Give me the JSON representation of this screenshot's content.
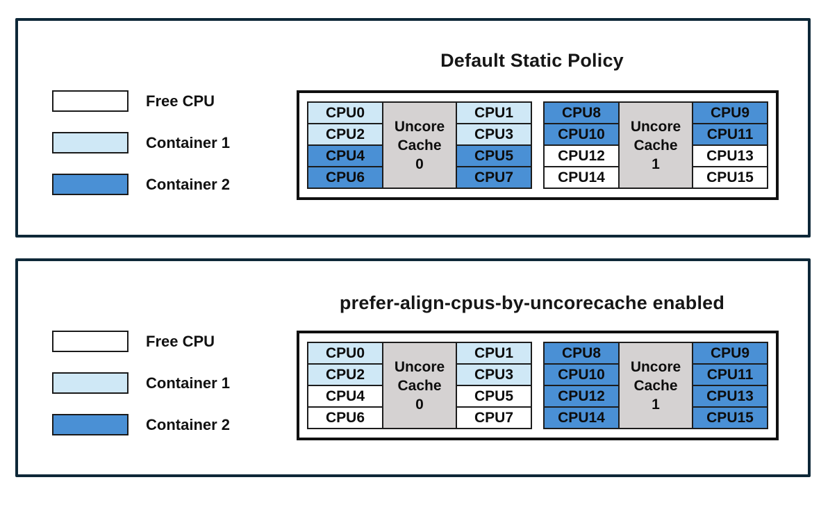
{
  "colors": {
    "free_cpu": "#ffffff",
    "container1": "#cfe8f6",
    "container2": "#4a90d5",
    "uncore_cache_fill": "#d5d2d2",
    "panel_frame": "#0e2838",
    "diagram_border": "#101010"
  },
  "panels": [
    {
      "title": "Default Static Policy",
      "legend": [
        {
          "label": "Free CPU",
          "state": "free"
        },
        {
          "label": "Container 1",
          "state": "container1"
        },
        {
          "label": "Container 2",
          "state": "container2"
        }
      ],
      "groups": [
        {
          "cache_lines": [
            "Uncore",
            "Cache",
            "0"
          ],
          "left": [
            {
              "label": "CPU0",
              "state": "container1"
            },
            {
              "label": "CPU2",
              "state": "container1"
            },
            {
              "label": "CPU4",
              "state": "container2"
            },
            {
              "label": "CPU6",
              "state": "container2"
            }
          ],
          "right": [
            {
              "label": "CPU1",
              "state": "container1"
            },
            {
              "label": "CPU3",
              "state": "container1"
            },
            {
              "label": "CPU5",
              "state": "container2"
            },
            {
              "label": "CPU7",
              "state": "container2"
            }
          ]
        },
        {
          "cache_lines": [
            "Uncore",
            "Cache",
            "1"
          ],
          "left": [
            {
              "label": "CPU8",
              "state": "container2"
            },
            {
              "label": "CPU10",
              "state": "container2"
            },
            {
              "label": "CPU12",
              "state": "free"
            },
            {
              "label": "CPU14",
              "state": "free"
            }
          ],
          "right": [
            {
              "label": "CPU9",
              "state": "container2"
            },
            {
              "label": "CPU11",
              "state": "container2"
            },
            {
              "label": "CPU13",
              "state": "free"
            },
            {
              "label": "CPU15",
              "state": "free"
            }
          ]
        }
      ]
    },
    {
      "title": "prefer-align-cpus-by-uncorecache enabled",
      "legend": [
        {
          "label": "Free CPU",
          "state": "free"
        },
        {
          "label": "Container 1",
          "state": "container1"
        },
        {
          "label": "Container 2",
          "state": "container2"
        }
      ],
      "groups": [
        {
          "cache_lines": [
            "Uncore",
            "Cache",
            "0"
          ],
          "left": [
            {
              "label": "CPU0",
              "state": "container1"
            },
            {
              "label": "CPU2",
              "state": "container1"
            },
            {
              "label": "CPU4",
              "state": "free"
            },
            {
              "label": "CPU6",
              "state": "free"
            }
          ],
          "right": [
            {
              "label": "CPU1",
              "state": "container1"
            },
            {
              "label": "CPU3",
              "state": "container1"
            },
            {
              "label": "CPU5",
              "state": "free"
            },
            {
              "label": "CPU7",
              "state": "free"
            }
          ]
        },
        {
          "cache_lines": [
            "Uncore",
            "Cache",
            "1"
          ],
          "left": [
            {
              "label": "CPU8",
              "state": "container2"
            },
            {
              "label": "CPU10",
              "state": "container2"
            },
            {
              "label": "CPU12",
              "state": "container2"
            },
            {
              "label": "CPU14",
              "state": "container2"
            }
          ],
          "right": [
            {
              "label": "CPU9",
              "state": "container2"
            },
            {
              "label": "CPU11",
              "state": "container2"
            },
            {
              "label": "CPU13",
              "state": "container2"
            },
            {
              "label": "CPU15",
              "state": "container2"
            }
          ]
        }
      ]
    }
  ]
}
